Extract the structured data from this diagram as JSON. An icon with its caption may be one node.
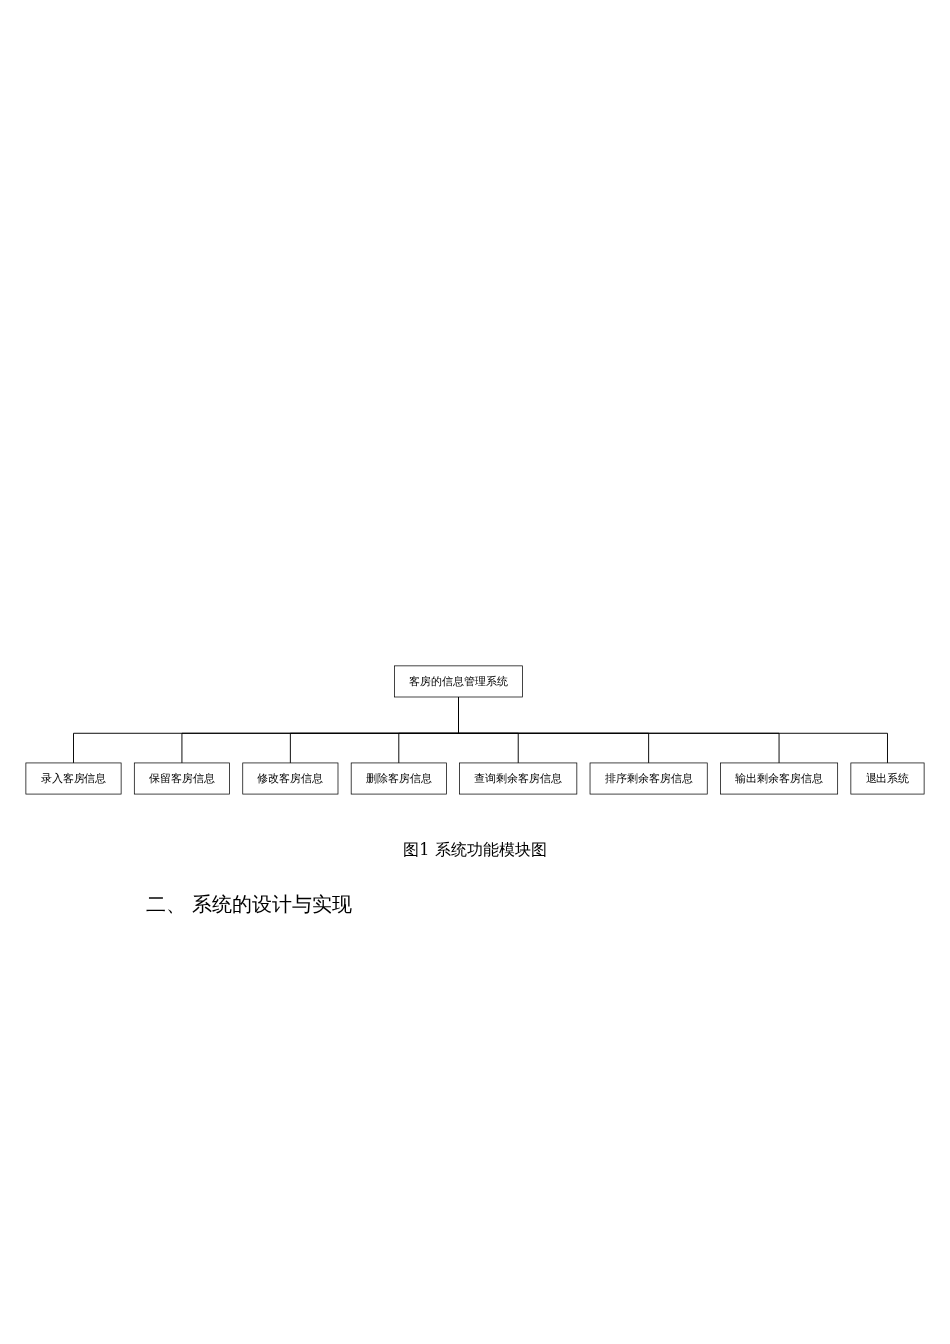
{
  "diagram": {
    "caption": "图1 系统功能模块图",
    "nodes": [
      {
        "text": [
          "客房的信息管理系统"
        ]
      },
      {
        "text": [
          "录入客房信息"
        ]
      },
      {
        "text": [
          "保留客房信息"
        ]
      },
      {
        "text": [
          "修改客房信息"
        ]
      },
      {
        "text": [
          "删除客房信息"
        ]
      },
      {
        "text": [
          "查询剩余客房信息"
        ]
      },
      {
        "text": [
          "排序剩余客房信息"
        ]
      },
      {
        "text": [
          "输出剩余客房信息"
        ]
      },
      {
        "text": [
          "退出系统"
        ]
      }
    ],
    "edges": [
      {
        "from": 0,
        "to": 1,
        "arrow": "none"
      },
      {
        "from": 0,
        "to": 2,
        "arrow": "none"
      },
      {
        "from": 0,
        "to": 3,
        "arrow": "none"
      },
      {
        "from": 0,
        "to": 4,
        "arrow": "none"
      },
      {
        "from": 0,
        "to": 5,
        "arrow": "none"
      },
      {
        "from": 0,
        "to": 6,
        "arrow": "none"
      },
      {
        "from": 0,
        "to": 7,
        "arrow": "none"
      },
      {
        "from": 0,
        "to": 8,
        "arrow": "none"
      }
    ],
    "labels": [
      "二、 系统的设计与实现"
    ]
  }
}
